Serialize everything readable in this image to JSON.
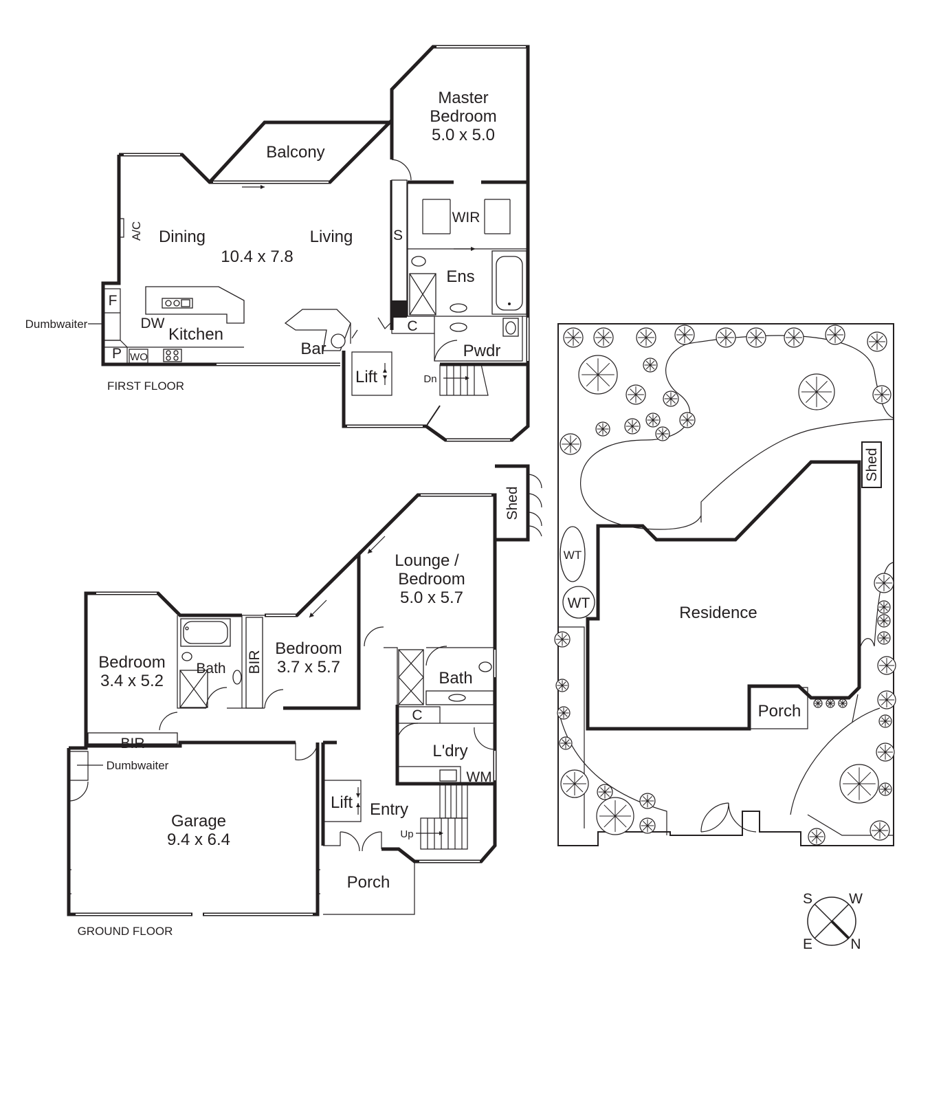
{
  "first_floor": {
    "caption": "FIRST FLOOR",
    "master_bedroom": {
      "name_line1": "Master",
      "name_line2": "Bedroom",
      "size": "5.0 x 5.0"
    },
    "balcony": "Balcony",
    "dining": "Dining",
    "living": "Living",
    "dining_living_size": "10.4 x 7.8",
    "ac": "A/C",
    "wir": "WIR",
    "s": "S",
    "ens": "Ens",
    "f": "F",
    "dw": "DW",
    "kitchen": "Kitchen",
    "bar": "Bar",
    "c": "C",
    "pwdr": "Pwdr",
    "p": "P",
    "wo": "WO",
    "lift": "Lift",
    "dn": "Dn",
    "dumbwaiter": "Dumbwaiter"
  },
  "ground_floor": {
    "caption": "GROUND FLOOR",
    "shed": "Shed",
    "lounge": {
      "line1": "Lounge /",
      "line2": "Bedroom",
      "size": "5.0 x 5.7"
    },
    "bedroom_left": {
      "name": "Bedroom",
      "size": "3.4 x 5.2"
    },
    "bath_left": "Bath",
    "bir_vertical": "BIR",
    "bedroom_mid": {
      "name": "Bedroom",
      "size": "3.7 x 5.7"
    },
    "bath_right": "Bath",
    "c": "C",
    "bir_horizontal": "BIR",
    "dumbwaiter": "Dumbwaiter",
    "laundry": "L'dry",
    "wm": "WM",
    "garage": {
      "name": "Garage",
      "size": "9.4 x 6.4"
    },
    "lift": "Lift",
    "entry": "Entry",
    "up": "Up",
    "porch": "Porch"
  },
  "site_plan": {
    "shed": "Shed",
    "wt1": "WT",
    "wt2": "WT",
    "residence": "Residence",
    "porch": "Porch"
  },
  "compass": {
    "s": "S",
    "w": "W",
    "e": "E",
    "n": "N"
  }
}
